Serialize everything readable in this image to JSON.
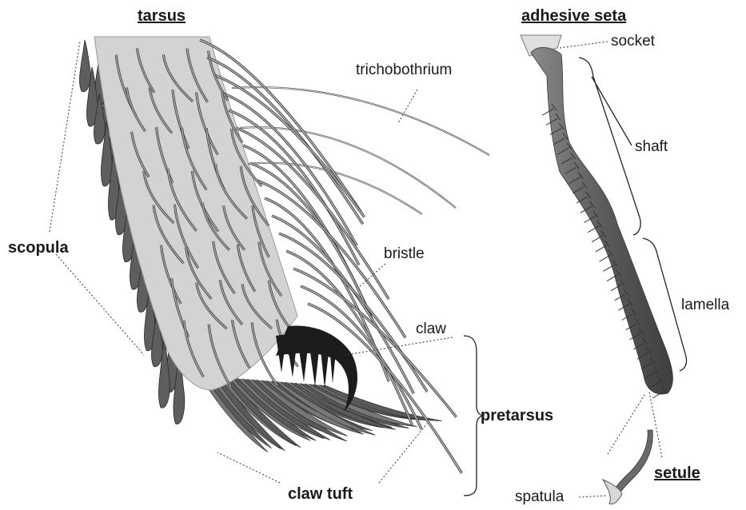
{
  "labels": {
    "tarsus": "tarsus",
    "adhesive_seta": "adhesive seta",
    "trichobothrium": "trichobothrium",
    "socket": "socket",
    "shaft": "shaft",
    "scopula": "scopula",
    "bristle": "bristle",
    "lamella": "lamella",
    "claw": "claw",
    "pretarsus": "pretarsus",
    "setule": "setule",
    "claw_tuft": "claw tuft",
    "spatula": "spatula"
  },
  "colors": {
    "tarsus_fill": "#d3d3d3",
    "tarsus_edge": "#9a9a9a",
    "hair_fill": "#8a8a8a",
    "hair_edge": "#3c3c3c",
    "dark_hair": "#5a5a5a",
    "claw": "#1c1c1c",
    "seta_fill": "#6e6e6e",
    "text": "#1a1a1a",
    "leader": "#444444"
  }
}
